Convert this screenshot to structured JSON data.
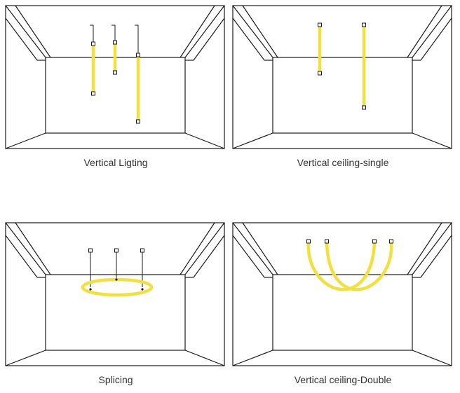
{
  "colors": {
    "line": "#1a1a1a",
    "neon": "#f0e040",
    "neon_edge": "#d9c800",
    "caption": "#333333"
  },
  "panels": [
    {
      "caption": "Vertical Ligting"
    },
    {
      "caption": "Vertical ceiling-single"
    },
    {
      "caption": "Splicing"
    },
    {
      "caption": "Vertical ceiling-Double"
    }
  ]
}
